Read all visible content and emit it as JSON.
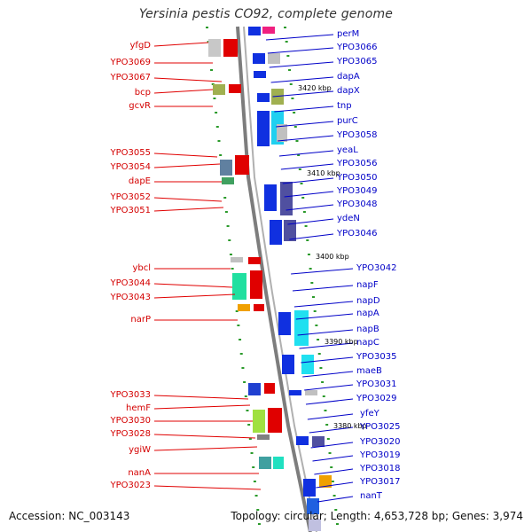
{
  "title": "Yersinia pestis CO92, complete genome",
  "footer": {
    "accession": "Accession: NC_003143",
    "summary": "Topology: circular; Length: 4,653,728 bp; Genes: 3,974"
  },
  "colors": {
    "forward": "#e00000",
    "reverse": "#0000c8",
    "axis": "#888888",
    "tick": "#2a9a2a"
  },
  "scale_ticks": [
    "3420 kbp",
    "3410 kbp",
    "3400 kbp",
    "3390 kbp",
    "3380 kbp"
  ],
  "left_genes": [
    "yfgD",
    "YPO3069",
    "YPO3067",
    "bcp",
    "gcvR",
    "YPO3055",
    "YPO3054",
    "dapE",
    "YPO3052",
    "YPO3051",
    "ybcl",
    "YPO3044",
    "YPO3043",
    "narP",
    "YPO3033",
    "hemF",
    "YPO3030",
    "YPO3028",
    "ygiW",
    "nanA",
    "YPO3023"
  ],
  "right_genes": [
    "perM",
    "YPO3066",
    "YPO3065",
    "dapA",
    "dapX",
    "tnp",
    "purC",
    "YPO3058",
    "yeaL",
    "YPO3056",
    "YPO3050",
    "YPO3049",
    "YPO3048",
    "ydeN",
    "YPO3046",
    "YPO3042",
    "napF",
    "napD",
    "napA",
    "napB",
    "napC",
    "YPO3035",
    "maeB",
    "YPO3031",
    "YPO3029",
    "yfeY",
    "YPO3025",
    "YPO3020",
    "YPO3019",
    "YPO3018",
    "YPO3017",
    "nanT"
  ]
}
